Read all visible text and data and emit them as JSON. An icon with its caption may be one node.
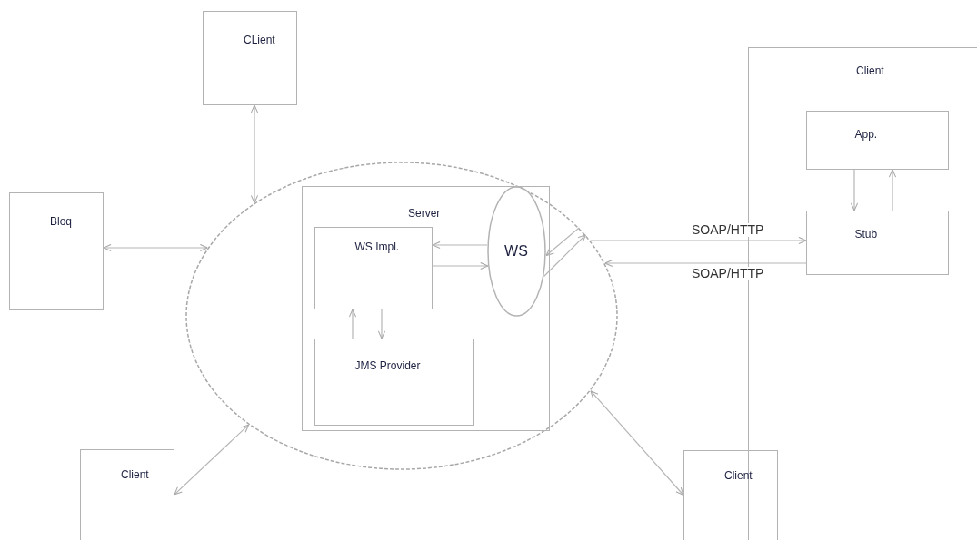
{
  "diagram": {
    "nodes": [
      {
        "text": [
          "CLient"
        ]
      },
      {
        "text": [
          "Bloq"
        ]
      },
      {
        "text": [],
        "shape": "ellipse"
      },
      {
        "text": [
          "Server"
        ],
        "in": 2
      },
      {
        "text": [
          "WS Impl."
        ],
        "in": 3
      },
      {
        "text": [
          "JMS Provider"
        ],
        "in": 3
      },
      {
        "text": [
          "WS"
        ],
        "in": 3
      },
      {
        "text": [
          "Client"
        ]
      },
      {
        "text": [
          "App."
        ],
        "in": 7
      },
      {
        "text": [
          "Stub"
        ],
        "in": 7
      },
      {
        "text": [
          "Client"
        ]
      },
      {
        "text": [
          "Client"
        ]
      }
    ],
    "edges": [
      {
        "from": 0,
        "to": 2,
        "arrow": "both"
      },
      {
        "from": 1,
        "to": 2,
        "arrow": "both"
      },
      {
        "from": 6,
        "to": 4,
        "arrow": "to"
      },
      {
        "from": 4,
        "to": 6,
        "arrow": "to"
      },
      {
        "from": 5,
        "to": 4,
        "arrow": "to"
      },
      {
        "from": 4,
        "to": 5,
        "arrow": "to"
      },
      {
        "from": 2,
        "to": 6,
        "arrow": "to"
      },
      {
        "from": 6,
        "to": 2,
        "arrow": "to"
      },
      {
        "from": 2,
        "to": 9,
        "arrow": "to",
        "label": "SOAP/HTTP"
      },
      {
        "from": 9,
        "to": 2,
        "arrow": "to",
        "label": "SOAP/HTTP"
      },
      {
        "from": 8,
        "to": 9,
        "arrow": "to"
      },
      {
        "from": 9,
        "to": 8,
        "arrow": "to"
      },
      {
        "from": 10,
        "to": 2,
        "arrow": "both"
      },
      {
        "from": 11,
        "to": 2,
        "arrow": "both"
      }
    ]
  }
}
